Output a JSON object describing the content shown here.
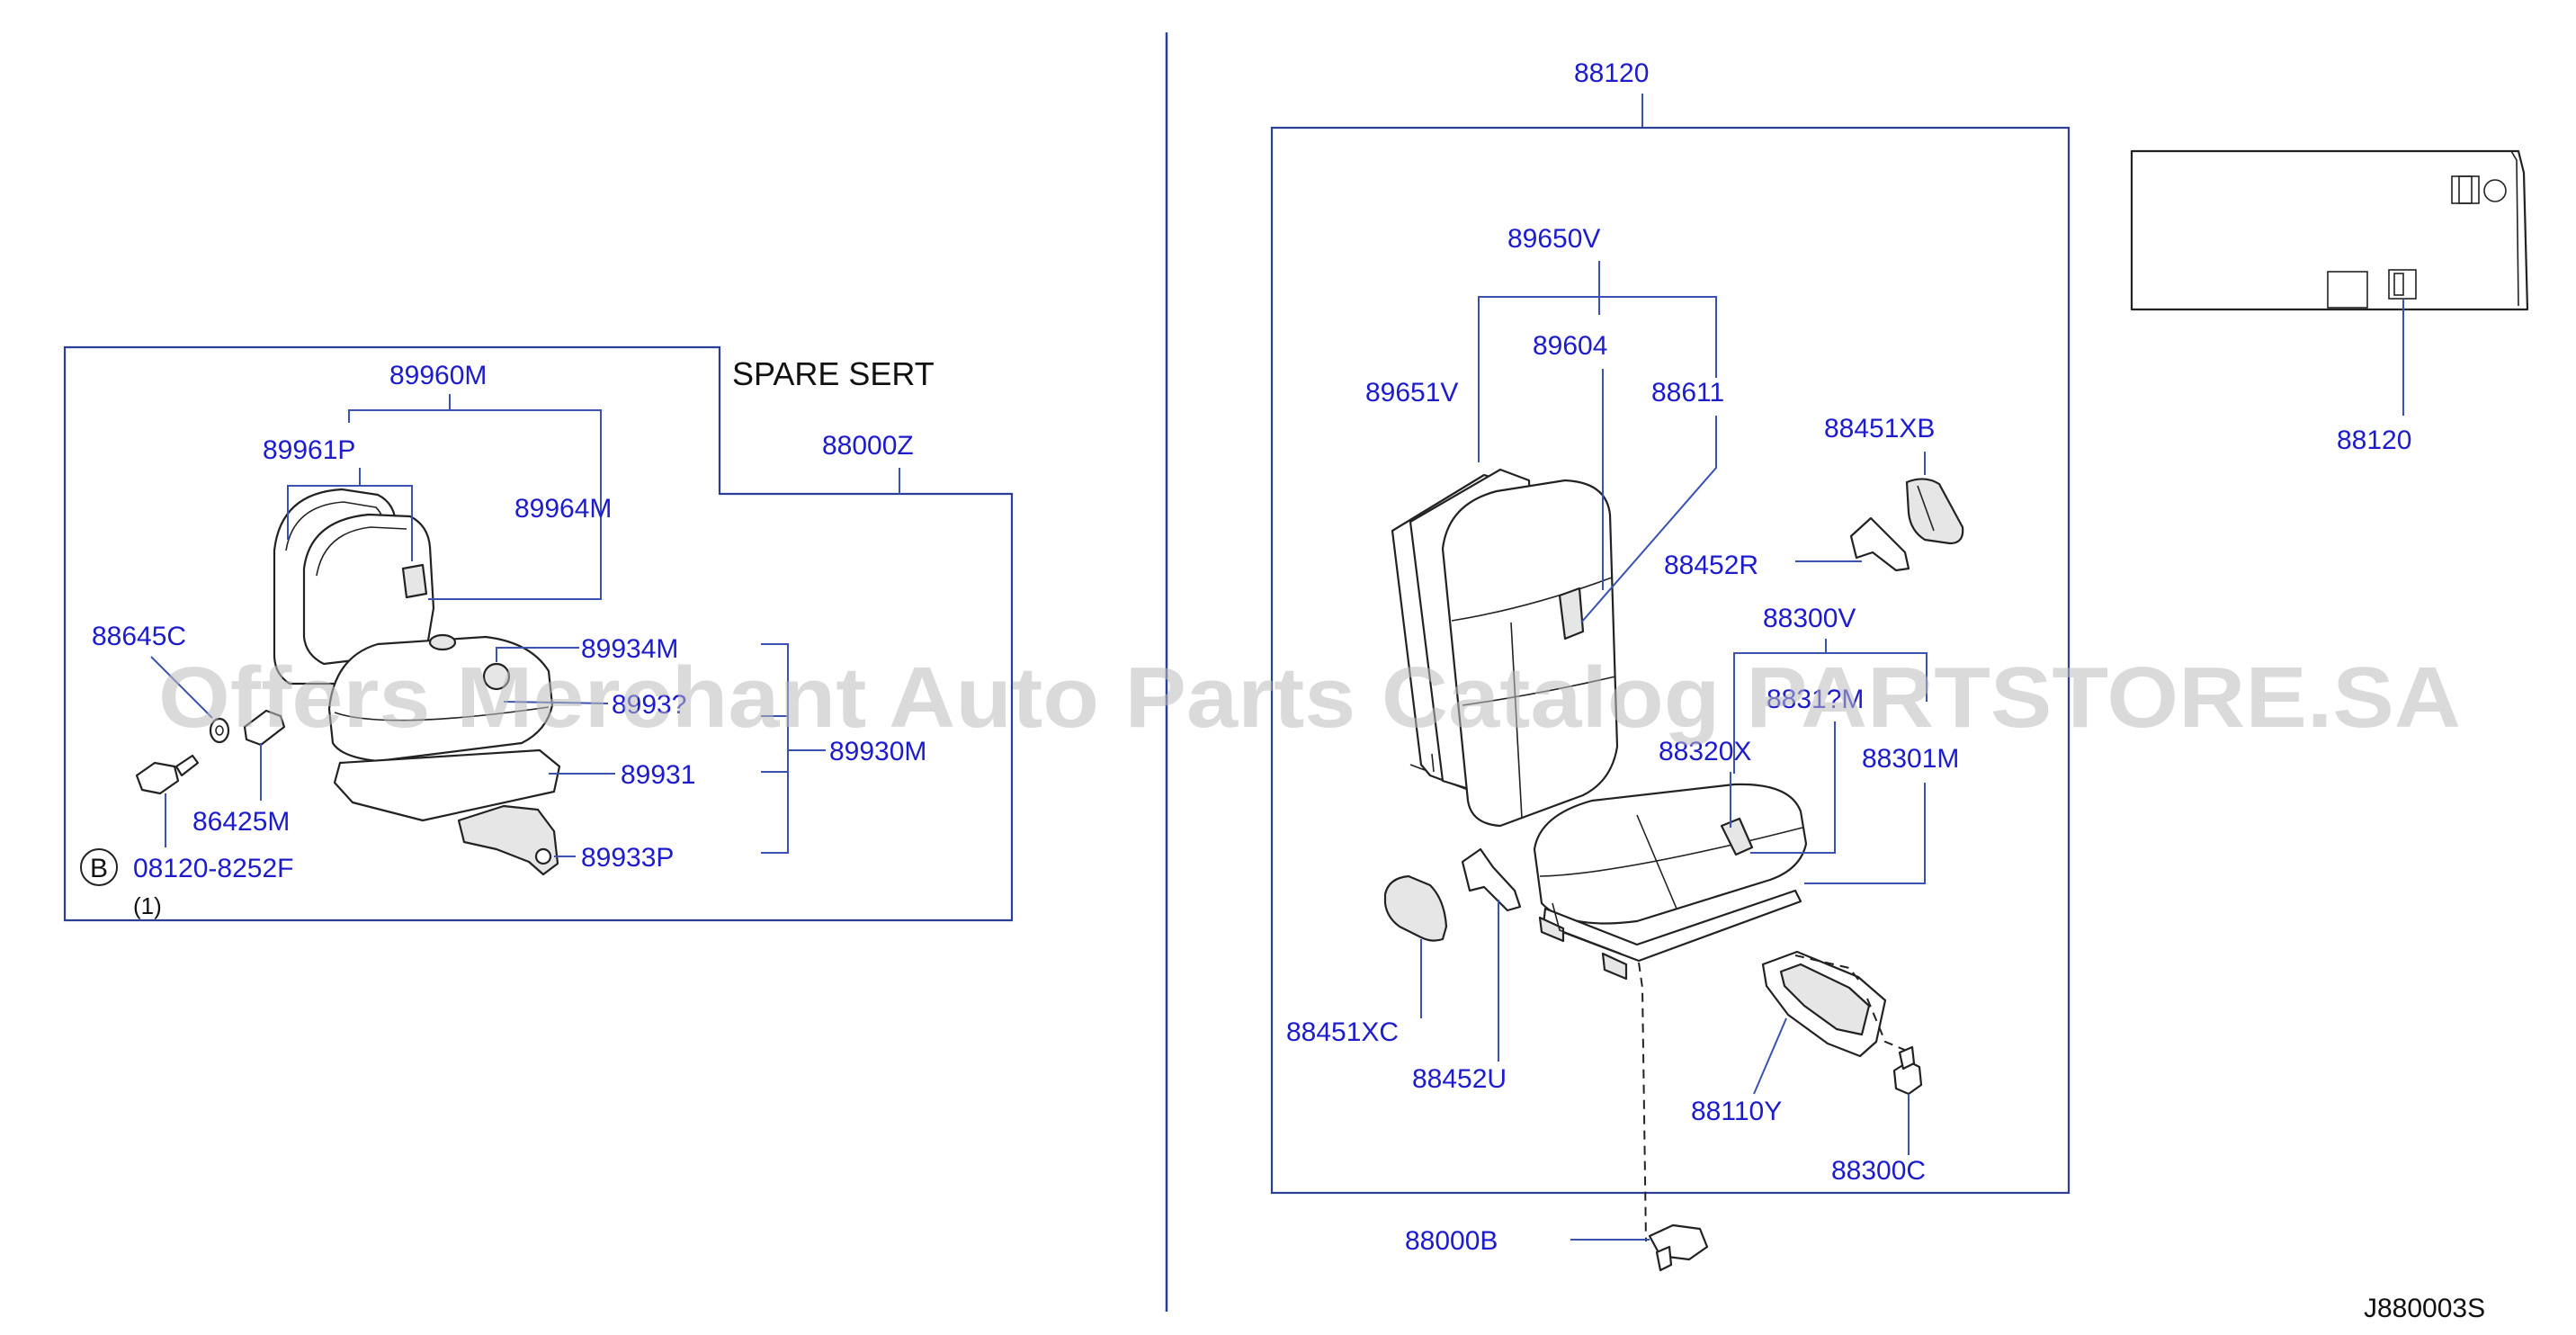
{
  "watermark": "Offers Merchant Auto Parts Catalog PARTSTORE.SA",
  "diagram_code": "J880003S",
  "left_assembly": {
    "heading": "SPARE SERT",
    "callouts": {
      "p88000Z": "88000Z",
      "p89960M": "89960M",
      "p89961P": "89961P",
      "p89964M": "89964M",
      "p88645C": "88645C",
      "p89934M": "89934M",
      "p8993x": "8993?",
      "p89930M": "89930M",
      "p89931": "89931",
      "p86425M": "86425M",
      "p89933P": "89933P",
      "bolt_code": "08120-8252F",
      "bolt_badge": "B",
      "bolt_qty": "(1)"
    }
  },
  "right_assembly": {
    "callouts": {
      "p88120_top": "88120",
      "p89650V": "89650V",
      "p89604": "89604",
      "p89651V": "89651V",
      "p88611": "88611",
      "p88451XB": "88451XB",
      "p88452R": "88452R",
      "p88300V": "88300V",
      "p8831xM": "8831?M",
      "p88320X": "88320X",
      "p88301M": "88301M",
      "p88451XC": "88451XC",
      "p88452U": "88452U",
      "p88110Y": "88110Y",
      "p88300C": "88300C",
      "p88000B": "88000B"
    }
  },
  "detail_panel": {
    "callout": "88120"
  }
}
